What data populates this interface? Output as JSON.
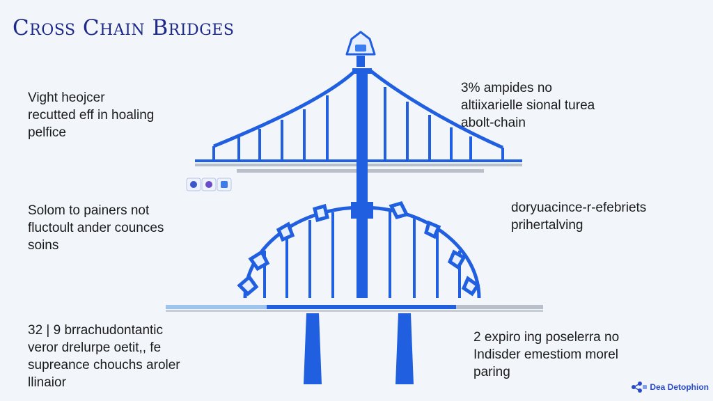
{
  "title": "Cross Chain Bridges",
  "notes": {
    "top_left": [
      "Vight heojcer",
      "recutted eff in hoaling",
      "pelfice"
    ],
    "mid_left": [
      "Solom to painers not",
      "fluctoult ander counces",
      "soins"
    ],
    "bottom_left": [
      "32 | 9  brrachudontantic",
      "veror drelurpe oetit,, fe",
      "supreance chouchs aroler",
      "llinaior"
    ],
    "top_right": [
      "3% ampides no",
      "altiixarielle sional turea",
      "abolt-chain"
    ],
    "mid_right": [
      "doryuacince-r-efebriets",
      "prihertalving"
    ],
    "bottom_right": [
      "2 expiro ing poselerra no",
      "Indisder emestiom morel",
      "paring"
    ]
  },
  "watermark": {
    "text": "Dea Detophion",
    "icon": "network-icon"
  },
  "colors": {
    "bridge": "#1f5fe0",
    "title": "#1e2a8a",
    "deck": "#9aa3ad",
    "background": "#f2f6fb"
  }
}
